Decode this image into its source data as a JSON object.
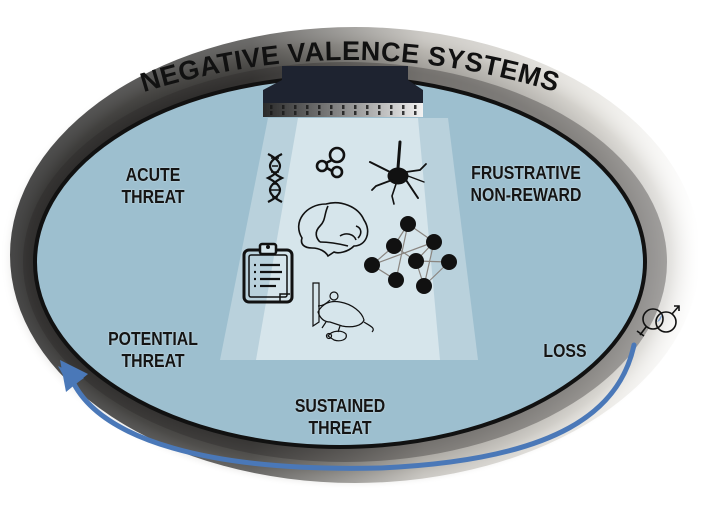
{
  "title": "NEGATIVE VALENCE SYSTEMS",
  "constructs": [
    {
      "id": "acute-threat",
      "lines": [
        "ACUTE",
        "THREAT"
      ]
    },
    {
      "id": "frustrative-non-reward",
      "lines": [
        "FRUSTRATIVE",
        "NON-REWARD"
      ]
    },
    {
      "id": "potential-threat",
      "lines": [
        "POTENTIAL",
        "THREAT"
      ]
    },
    {
      "id": "loss",
      "lines": [
        "LOSS"
      ]
    },
    {
      "id": "sustained-threat",
      "lines": [
        "SUSTAINED",
        "THREAT"
      ]
    }
  ],
  "units_of_analysis_icons": [
    "dna-icon",
    "molecule-icon",
    "neuron-icon",
    "brain-icon",
    "network-graph-icon",
    "clipboard-checklist-icon",
    "rodent-behavior-icon"
  ],
  "peripheral_icons": [
    "sex-symbols-icon",
    "development-arrow-icon"
  ],
  "colors": {
    "ellipse_fill": "#9dbfcf",
    "ellipse_stroke": "#111111",
    "spotlight_outer": "#b6cfda",
    "spotlight_inner": "#d8e6ec",
    "projector": "#1e2330",
    "arrow": "#4a78b8",
    "ring_dark": "#151515",
    "ring_light": "#c9c7c2",
    "text": "#141414"
  }
}
